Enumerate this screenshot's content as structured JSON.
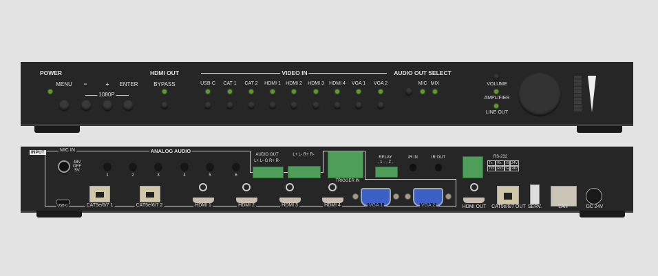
{
  "front": {
    "power": "POWER",
    "menu": "MENU",
    "minus": "−",
    "plus": "+",
    "enter": "ENTER",
    "p1080": "1080P",
    "hdmi_out": "HDMI OUT",
    "bypass": "BYPASS",
    "video_in": "VIDEO IN",
    "audio_out_select": "AUDIO OUT SELECT",
    "video_inputs": [
      "USB-C",
      "CAT 1",
      "CAT 2",
      "HDMI 1",
      "HDMI 2",
      "HDMI 3",
      "HDMI 4",
      "VGA 1",
      "VGA 2"
    ],
    "mic": "MIC",
    "mix": "MIX",
    "volume": "VOLUME",
    "amplifier": "AMPLIFIER",
    "line_out": "LINE OUT"
  },
  "rear": {
    "input": "INPUT",
    "mic_in": "MIC IN",
    "mic_modes": [
      "48V",
      "OFF",
      "5V"
    ],
    "analog_audio": "ANALOG AUDIO",
    "analog_channels": [
      "1",
      "2",
      "3",
      "4",
      "5",
      "6"
    ],
    "audio_out": "AUDIO OUT",
    "audio_out_pins": "L+ L- G R+ R-",
    "amp_pins": "L+ L-  R+ R-",
    "trigger_in": "TRIGGER IN",
    "relay": "RELAY",
    "relay_pins": "- 1 - - 2 -",
    "ir_in": "IR IN",
    "ir_out": "IR OUT",
    "rs232": "RS-232",
    "rs232_pins": [
      "Tx",
      "Rx",
      "G",
      "24V",
      "Tx2",
      "Rx2",
      "G",
      "24V"
    ],
    "usb_c": "USB C",
    "cat1": "CAT5e/6/7 1",
    "cat2": "CAT5e/6/7 2",
    "hdmi": [
      "HDMI 1",
      "HDMI 2",
      "HDMI 3",
      "HDMI 4"
    ],
    "vga1": "VGA 1",
    "vga2": "VGA 2",
    "hdmi_out": "HDMI OUT",
    "cat_out": "CAT5e/6/7 OUT",
    "serv": "SERV.",
    "lan": "LAN",
    "dc": "DC 24V"
  }
}
